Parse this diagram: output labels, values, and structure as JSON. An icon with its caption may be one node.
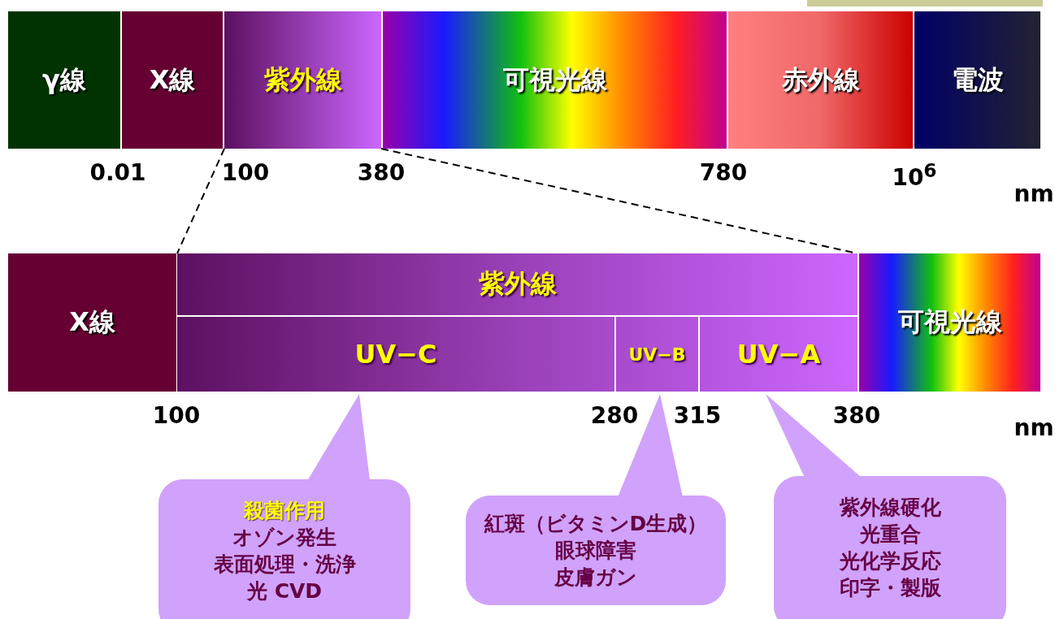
{
  "diagram": {
    "nodes": [
      {
        "text": [
          "γ線"
        ]
      },
      {
        "text": [
          "X線"
        ]
      },
      {
        "text": [
          "紫外線"
        ]
      },
      {
        "text": [
          "可視光線"
        ]
      },
      {
        "text": [
          "赤外線"
        ]
      },
      {
        "text": [
          "電波"
        ]
      },
      {
        "text": [
          "X線"
        ]
      },
      {
        "text": [
          "紫外線"
        ]
      },
      {
        "text": [
          "UV−C"
        ]
      },
      {
        "text": [
          "UV−B"
        ]
      },
      {
        "text": [
          "UV−A"
        ]
      },
      {
        "text": [
          "可視光線"
        ]
      },
      {
        "text": [
          "殺菌作用",
          "オゾン発生",
          "表面処理・洗浄",
          "光 CVD"
        ]
      },
      {
        "text": [
          "紅斑（ビタミンD生成）",
          "眼球障害",
          "皮膚ガン"
        ]
      },
      {
        "text": [
          "紫外線硬化",
          "光重合",
          "光化学反応",
          "印字・製版"
        ]
      }
    ],
    "edges": [
      {
        "from": 2,
        "to": 7,
        "arrow": "none",
        "style": "dashed"
      },
      {
        "from": 2,
        "to": 7,
        "arrow": "none",
        "style": "dashed"
      },
      {
        "from": 12,
        "to": 8,
        "arrow": "to"
      },
      {
        "from": 13,
        "to": 9,
        "arrow": "to"
      },
      {
        "from": 14,
        "to": 10,
        "arrow": "to"
      }
    ],
    "labels": [
      "0.01",
      "100",
      "380",
      "780",
      "10$^{6}$",
      "nm",
      "100",
      "280",
      "315",
      "380",
      "nm"
    ]
  }
}
